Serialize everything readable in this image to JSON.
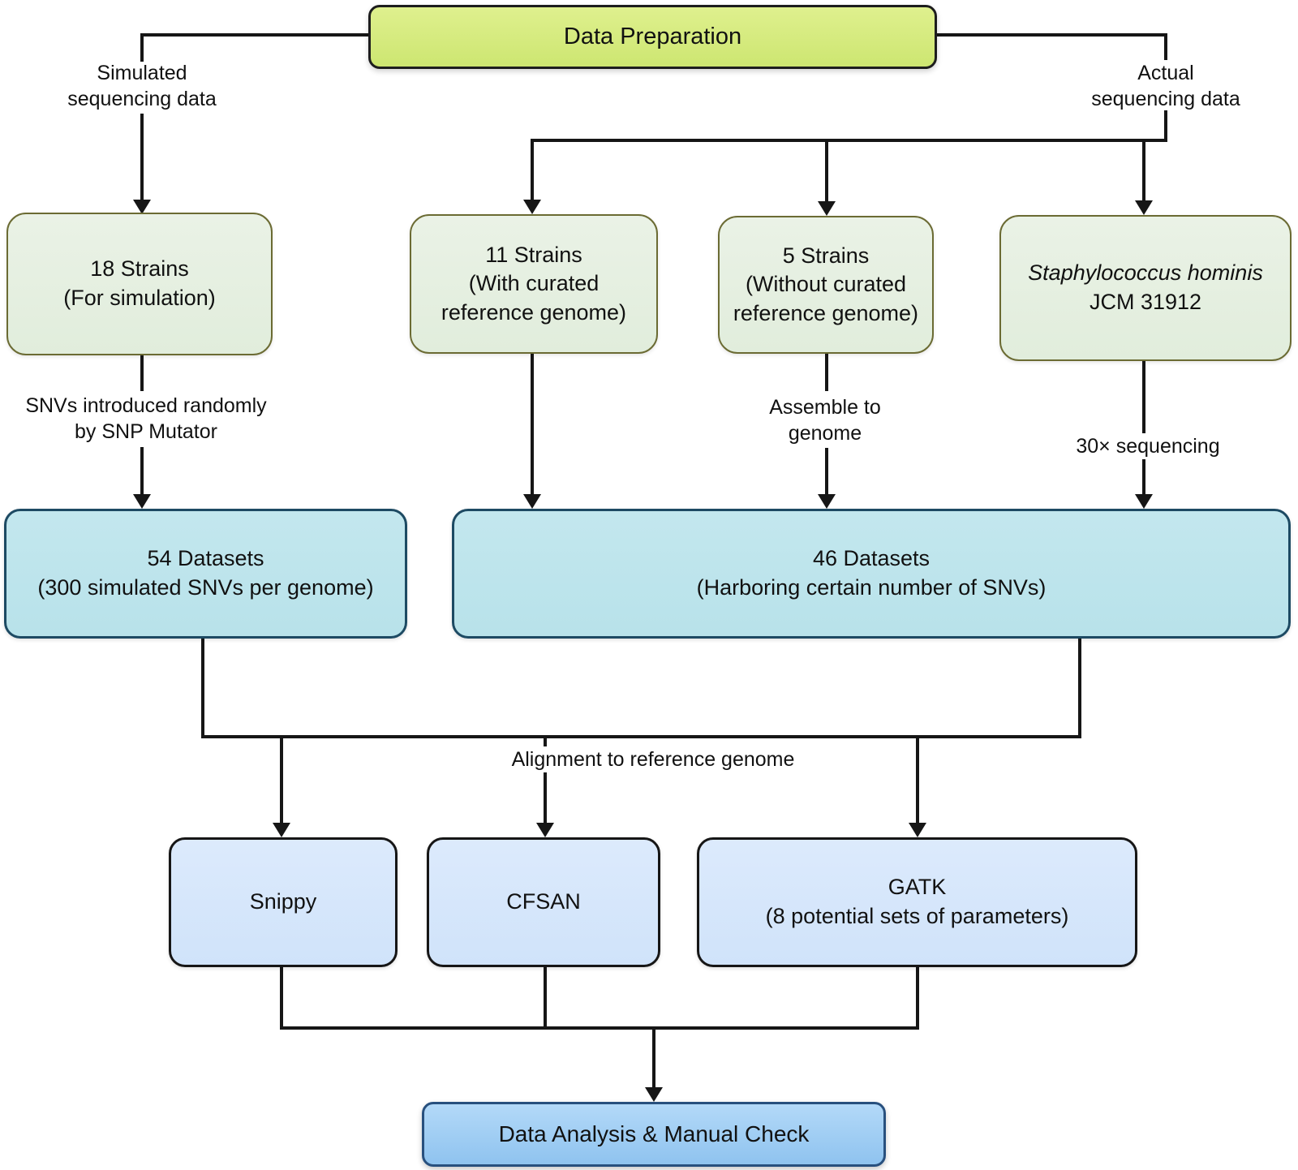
{
  "figure_type": "flowchart",
  "colors": {
    "line": "#161616",
    "top_box_fill": "#d5ea7d",
    "top_box_border": "#1d1d1d",
    "strain_box_fill": "#e6f0e1",
    "strain_box_border": "#6b6b33",
    "dataset_box_fill": "#bde4ec",
    "dataset_box_border": "#1d4a63",
    "method_box_fill": "#d6e7fb",
    "method_box_border": "#161616",
    "final_box_fill": "#a1cef4",
    "final_box_border": "#28507e"
  },
  "nodes": {
    "data_preparation": {
      "label": "Data Preparation"
    },
    "strains_18": {
      "label": "18 Strains\n(For simulation)"
    },
    "strains_11": {
      "label": "11 Strains\n(With curated\nreference genome)"
    },
    "strains_5": {
      "label": "5 Strains\n(Without curated\nreference genome)"
    },
    "staph": {
      "species": "Staphylococcus hominis",
      "strain": "JCM 31912"
    },
    "datasets_54": {
      "label": "54 Datasets\n(300 simulated SNVs per genome)"
    },
    "datasets_46": {
      "label": "46 Datasets\n(Harboring certain number of SNVs)"
    },
    "snippy": {
      "label": "Snippy"
    },
    "cfsan": {
      "label": "CFSAN"
    },
    "gatk": {
      "label": "GATK\n(8 potential sets of parameters)"
    },
    "final": {
      "label": "Data Analysis & Manual Check"
    }
  },
  "edge_labels": {
    "simulated": "Simulated\nsequencing data",
    "actual": "Actual\nsequencing data",
    "snp_mutator": "SNVs introduced randomly\nby SNP Mutator",
    "assemble": "Assemble to\ngenome",
    "seq30": "30× sequencing",
    "alignment": "Alignment to reference genome"
  }
}
